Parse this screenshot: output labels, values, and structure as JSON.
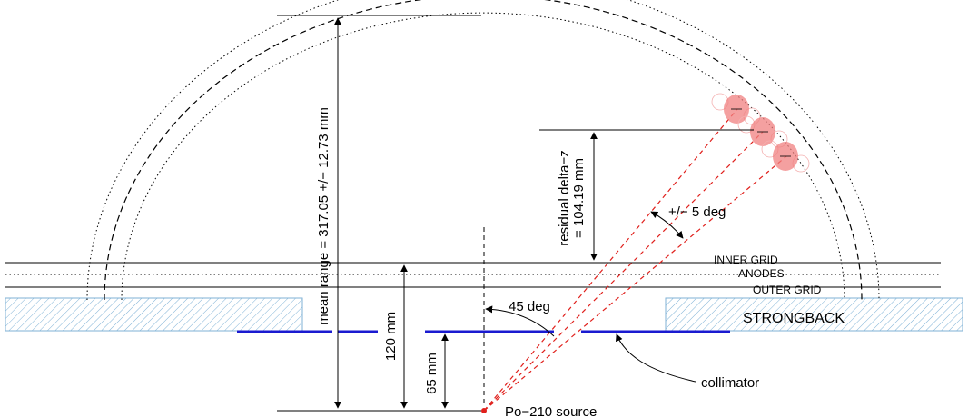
{
  "labels": {
    "mean_range": "mean range = 317.05 +/− 12.73 mm",
    "residual_line1": "residual delta−z",
    "residual_line2": "= 104.19 mm",
    "angle_spread": "+/− 5 deg",
    "inner_grid": "INNER GRID",
    "anodes": "ANODES",
    "outer_grid": "OUTER GRID",
    "strongback": "STRONGBACK",
    "angle_45": "45 deg",
    "dim_120": "120 mm",
    "dim_65": "65 mm",
    "collimator": "collimator",
    "source": "Po−210 source"
  },
  "colors": {
    "line": "#000000",
    "ray": "#e0201c",
    "collimator": "#1a1ad0",
    "hatch": "#7fb2d6",
    "blob": "#f08080",
    "source": "#e0201c"
  }
}
